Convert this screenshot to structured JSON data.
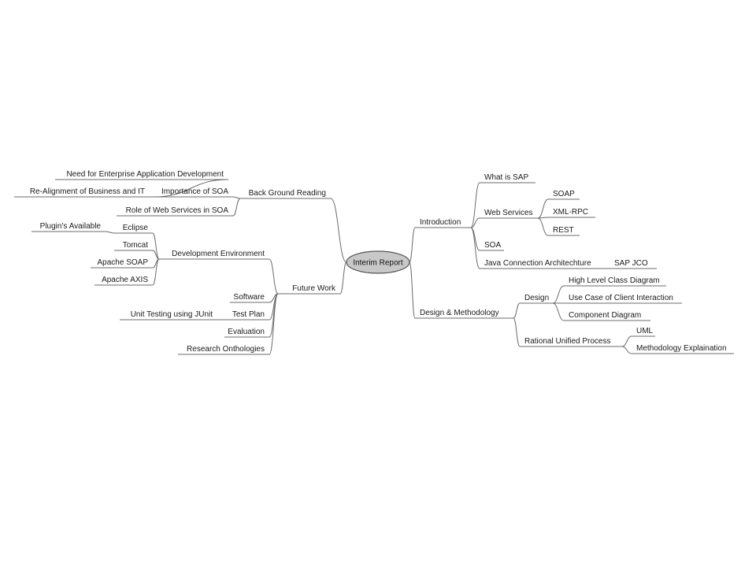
{
  "diagram": {
    "root": {
      "label": "Interim Report"
    },
    "branches": [
      {
        "label": "Introduction",
        "side": "right",
        "children": [
          {
            "label": "What is SAP"
          },
          {
            "label": "Web Services",
            "children": [
              {
                "label": "SOAP"
              },
              {
                "label": "XML-RPC"
              },
              {
                "label": "REST"
              }
            ]
          },
          {
            "label": "SOA"
          },
          {
            "label": "Java Connection Architechture",
            "children": [
              {
                "label": "SAP JCO"
              }
            ]
          }
        ]
      },
      {
        "label": "Design & Methodology",
        "side": "right",
        "children": [
          {
            "label": "Design",
            "children": [
              {
                "label": "High Level Class Diagram"
              },
              {
                "label": "Use Case of Client Interaction"
              },
              {
                "label": "Component Diagram"
              }
            ]
          },
          {
            "label": "Rational Unified Process",
            "children": [
              {
                "label": "UML"
              },
              {
                "label": "Methodology Explaination"
              }
            ]
          }
        ]
      },
      {
        "label": "Back Ground Reading",
        "side": "left",
        "children": [
          {
            "label": "Importance of SOA",
            "children": [
              {
                "label": "Need for Enterprise Application Development"
              },
              {
                "label": "Re-Alignment of Business and IT"
              }
            ]
          },
          {
            "label": "Role of Web Services in SOA"
          }
        ]
      },
      {
        "label": "Future Work",
        "side": "left",
        "children": [
          {
            "label": "Development Environment",
            "children": [
              {
                "label": "Eclipse",
                "children": [
                  {
                    "label": "Plugin's Available"
                  }
                ]
              },
              {
                "label": "Tomcat"
              },
              {
                "label": "Apache SOAP"
              },
              {
                "label": "Apache AXIS"
              }
            ]
          },
          {
            "label": "Software"
          },
          {
            "label": "Test Plan",
            "children": [
              {
                "label": "Unit Testing using JUnit"
              }
            ]
          },
          {
            "label": "Evaluation"
          },
          {
            "label": "Research Onthologies"
          }
        ]
      }
    ],
    "colors": {
      "line": "#6b6b6b",
      "root_fill": "#c8c8c8",
      "root_stroke": "#555555",
      "text": "#1a1a1a"
    }
  }
}
